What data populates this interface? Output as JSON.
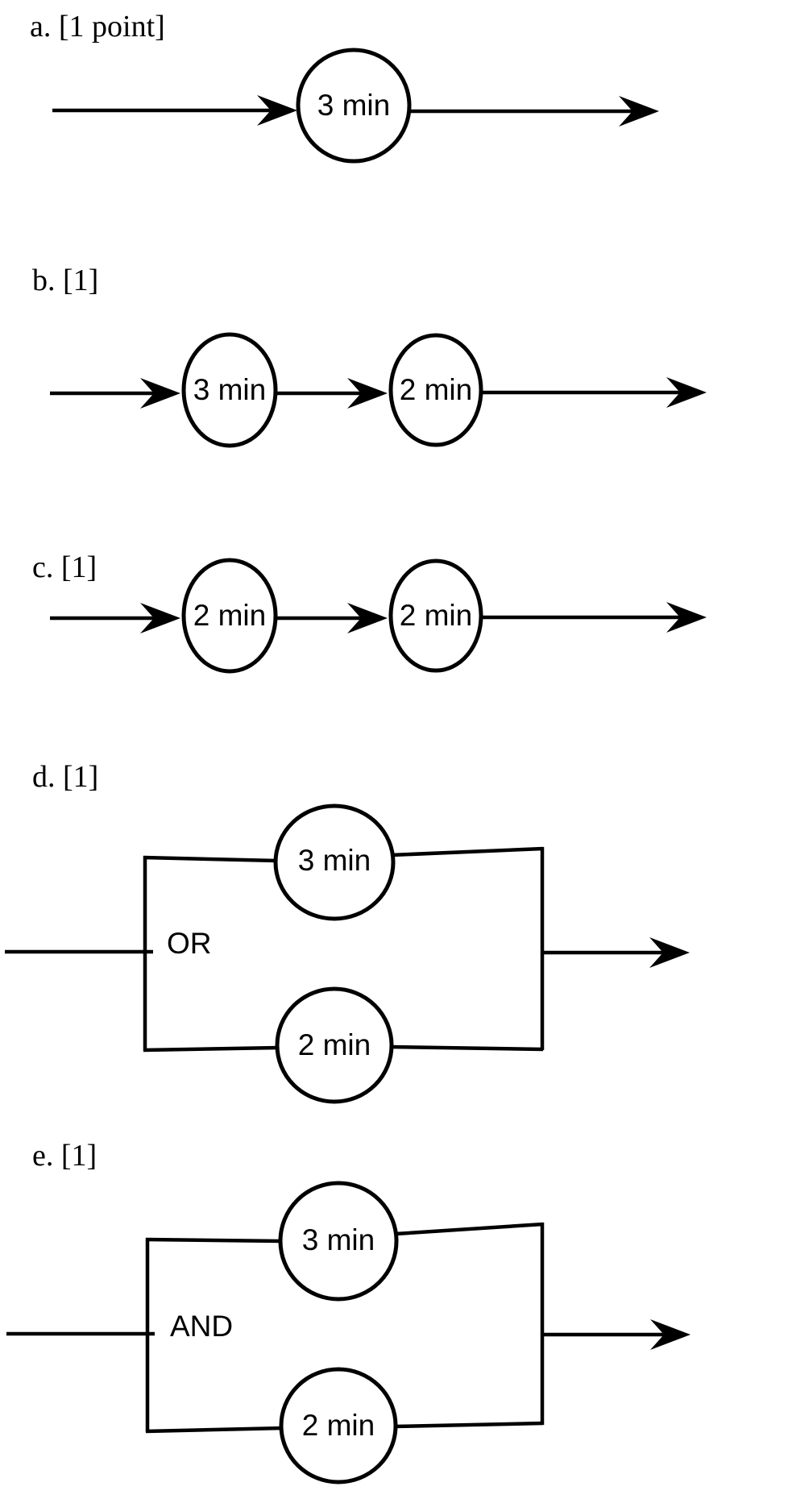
{
  "page": {
    "background": "#ffffff",
    "ink": "#000000"
  },
  "sections": [
    {
      "id": "a",
      "label": "a. [1 point]",
      "layout": "single",
      "nodes": [
        "3 min"
      ]
    },
    {
      "id": "b",
      "label": "b. [1]",
      "layout": "series",
      "nodes": [
        "3 min",
        "2 min"
      ]
    },
    {
      "id": "c",
      "label": "c. [1]",
      "layout": "series",
      "nodes": [
        "2 min",
        "2 min"
      ]
    },
    {
      "id": "d",
      "label": "d. [1]",
      "layout": "parallel",
      "junction": "OR",
      "nodes": [
        "3 min",
        "2 min"
      ]
    },
    {
      "id": "e",
      "label": "e. [1]",
      "layout": "parallel",
      "junction": "AND",
      "nodes": [
        "3 min",
        "2 min"
      ]
    }
  ]
}
